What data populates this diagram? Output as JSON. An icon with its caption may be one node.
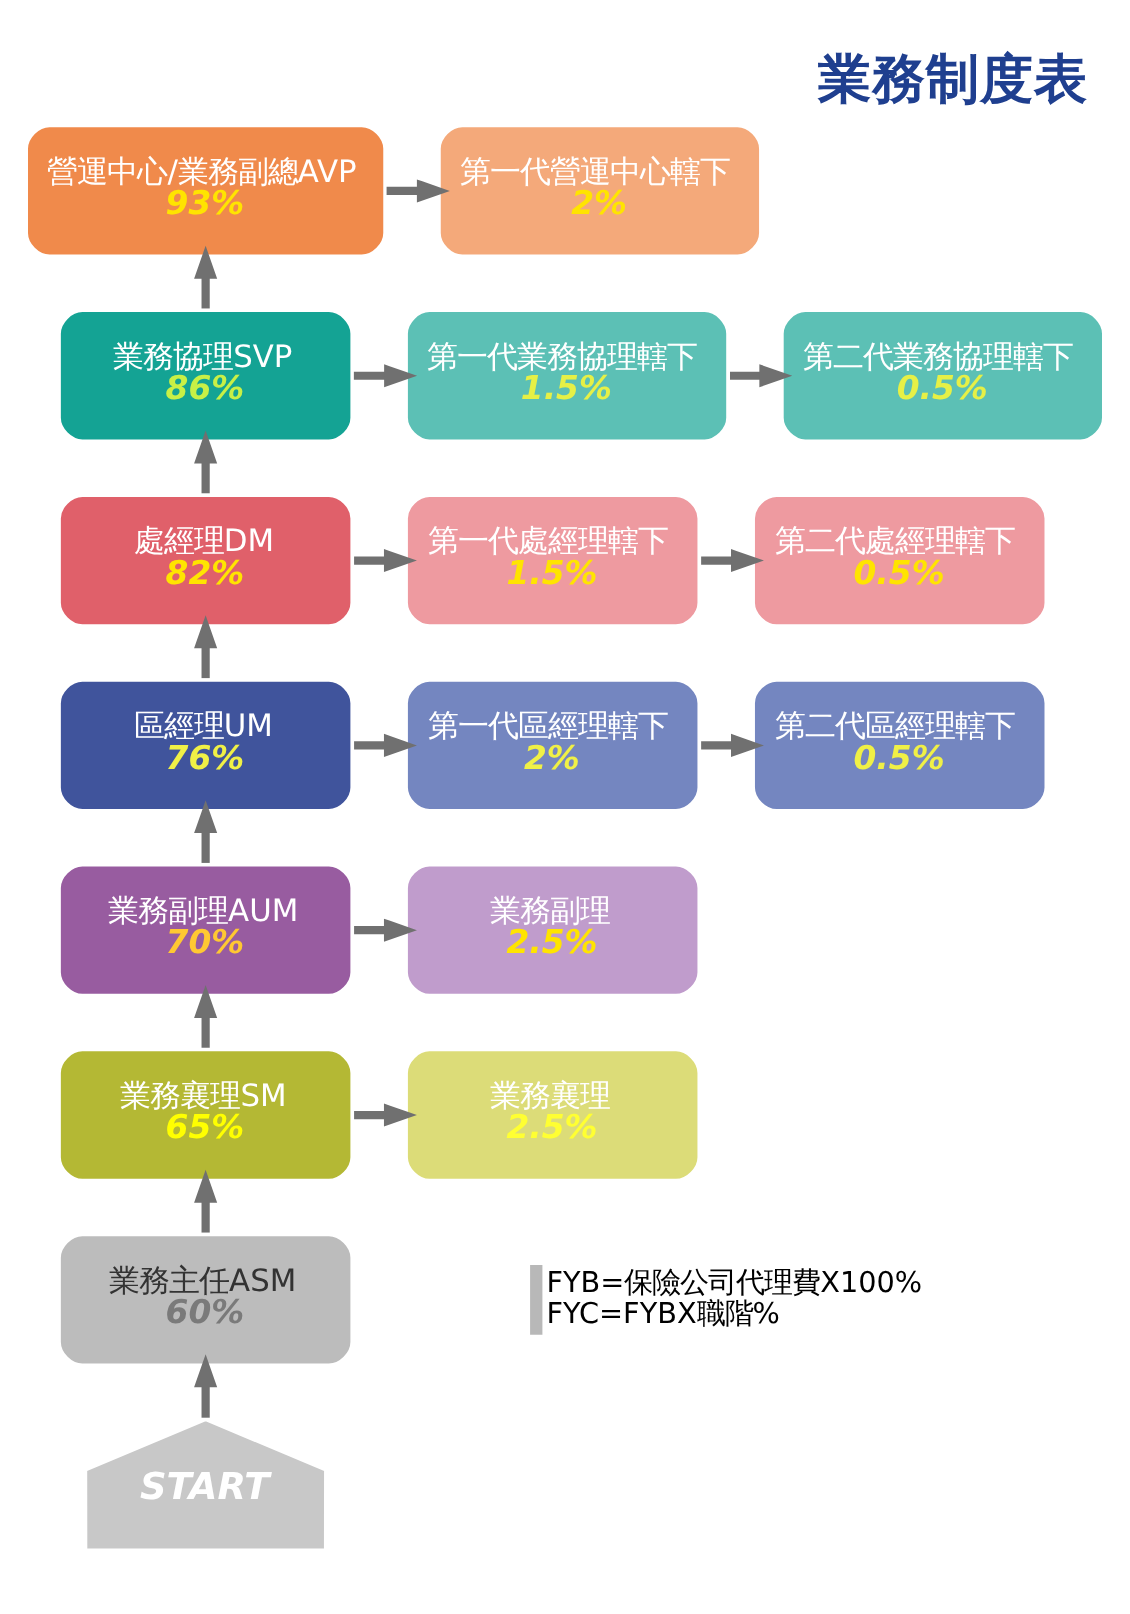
{
  "diagram": {
    "title": "業務制度表",
    "nodes": [
      {
        "text": [
          "營運中心/業務副總AVP",
          "93%"
        ]
      },
      {
        "text": [
          "第一代營運中心轄下",
          "2%"
        ]
      },
      {
        "text": [
          "業務協理SVP",
          "86%"
        ]
      },
      {
        "text": [
          "第一代業務協理轄下",
          "1.5%"
        ]
      },
      {
        "text": [
          "第二代業務協理轄下",
          "0.5%"
        ]
      },
      {
        "text": [
          "處經理DM",
          "82%"
        ]
      },
      {
        "text": [
          "第一代處經理轄下",
          "1.5%"
        ]
      },
      {
        "text": [
          "第二代處經理轄下",
          "0.5%"
        ]
      },
      {
        "text": [
          "區經理UM",
          "76%"
        ]
      },
      {
        "text": [
          "第一代區經理轄下",
          "2%"
        ]
      },
      {
        "text": [
          "第二代區經理轄下",
          "0.5%"
        ]
      },
      {
        "text": [
          "業務副理AUM",
          "70%"
        ]
      },
      {
        "text": [
          "業務副理",
          "2.5%"
        ]
      },
      {
        "text": [
          "業務襄理SM",
          "65%"
        ]
      },
      {
        "text": [
          "業務襄理",
          "2.5%"
        ]
      },
      {
        "text": [
          "業務主任ASM",
          "60%"
        ]
      },
      {
        "text": [
          "START"
        ]
      }
    ],
    "edges": [
      {
        "from": 0,
        "to": 1,
        "arrow": "to"
      },
      {
        "from": 2,
        "to": 0,
        "arrow": "to"
      },
      {
        "from": 2,
        "to": 3,
        "arrow": "to"
      },
      {
        "from": 3,
        "to": 4,
        "arrow": "to"
      },
      {
        "from": 5,
        "to": 2,
        "arrow": "to"
      },
      {
        "from": 5,
        "to": 6,
        "arrow": "to"
      },
      {
        "from": 6,
        "to": 7,
        "arrow": "to"
      },
      {
        "from": 8,
        "to": 5,
        "arrow": "to"
      },
      {
        "from": 8,
        "to": 9,
        "arrow": "to"
      },
      {
        "from": 9,
        "to": 10,
        "arrow": "to"
      },
      {
        "from": 11,
        "to": 8,
        "arrow": "to"
      },
      {
        "from": 11,
        "to": 12,
        "arrow": "to"
      },
      {
        "from": 13,
        "to": 11,
        "arrow": "to"
      },
      {
        "from": 13,
        "to": 14,
        "arrow": "to"
      },
      {
        "from": 15,
        "to": 13,
        "arrow": "to"
      },
      {
        "from": 16,
        "to": 15,
        "arrow": "to"
      }
    ],
    "labels": [
      "FYB=保險公司代理費X100%",
      "FYC=FYBX職階%"
    ]
  }
}
